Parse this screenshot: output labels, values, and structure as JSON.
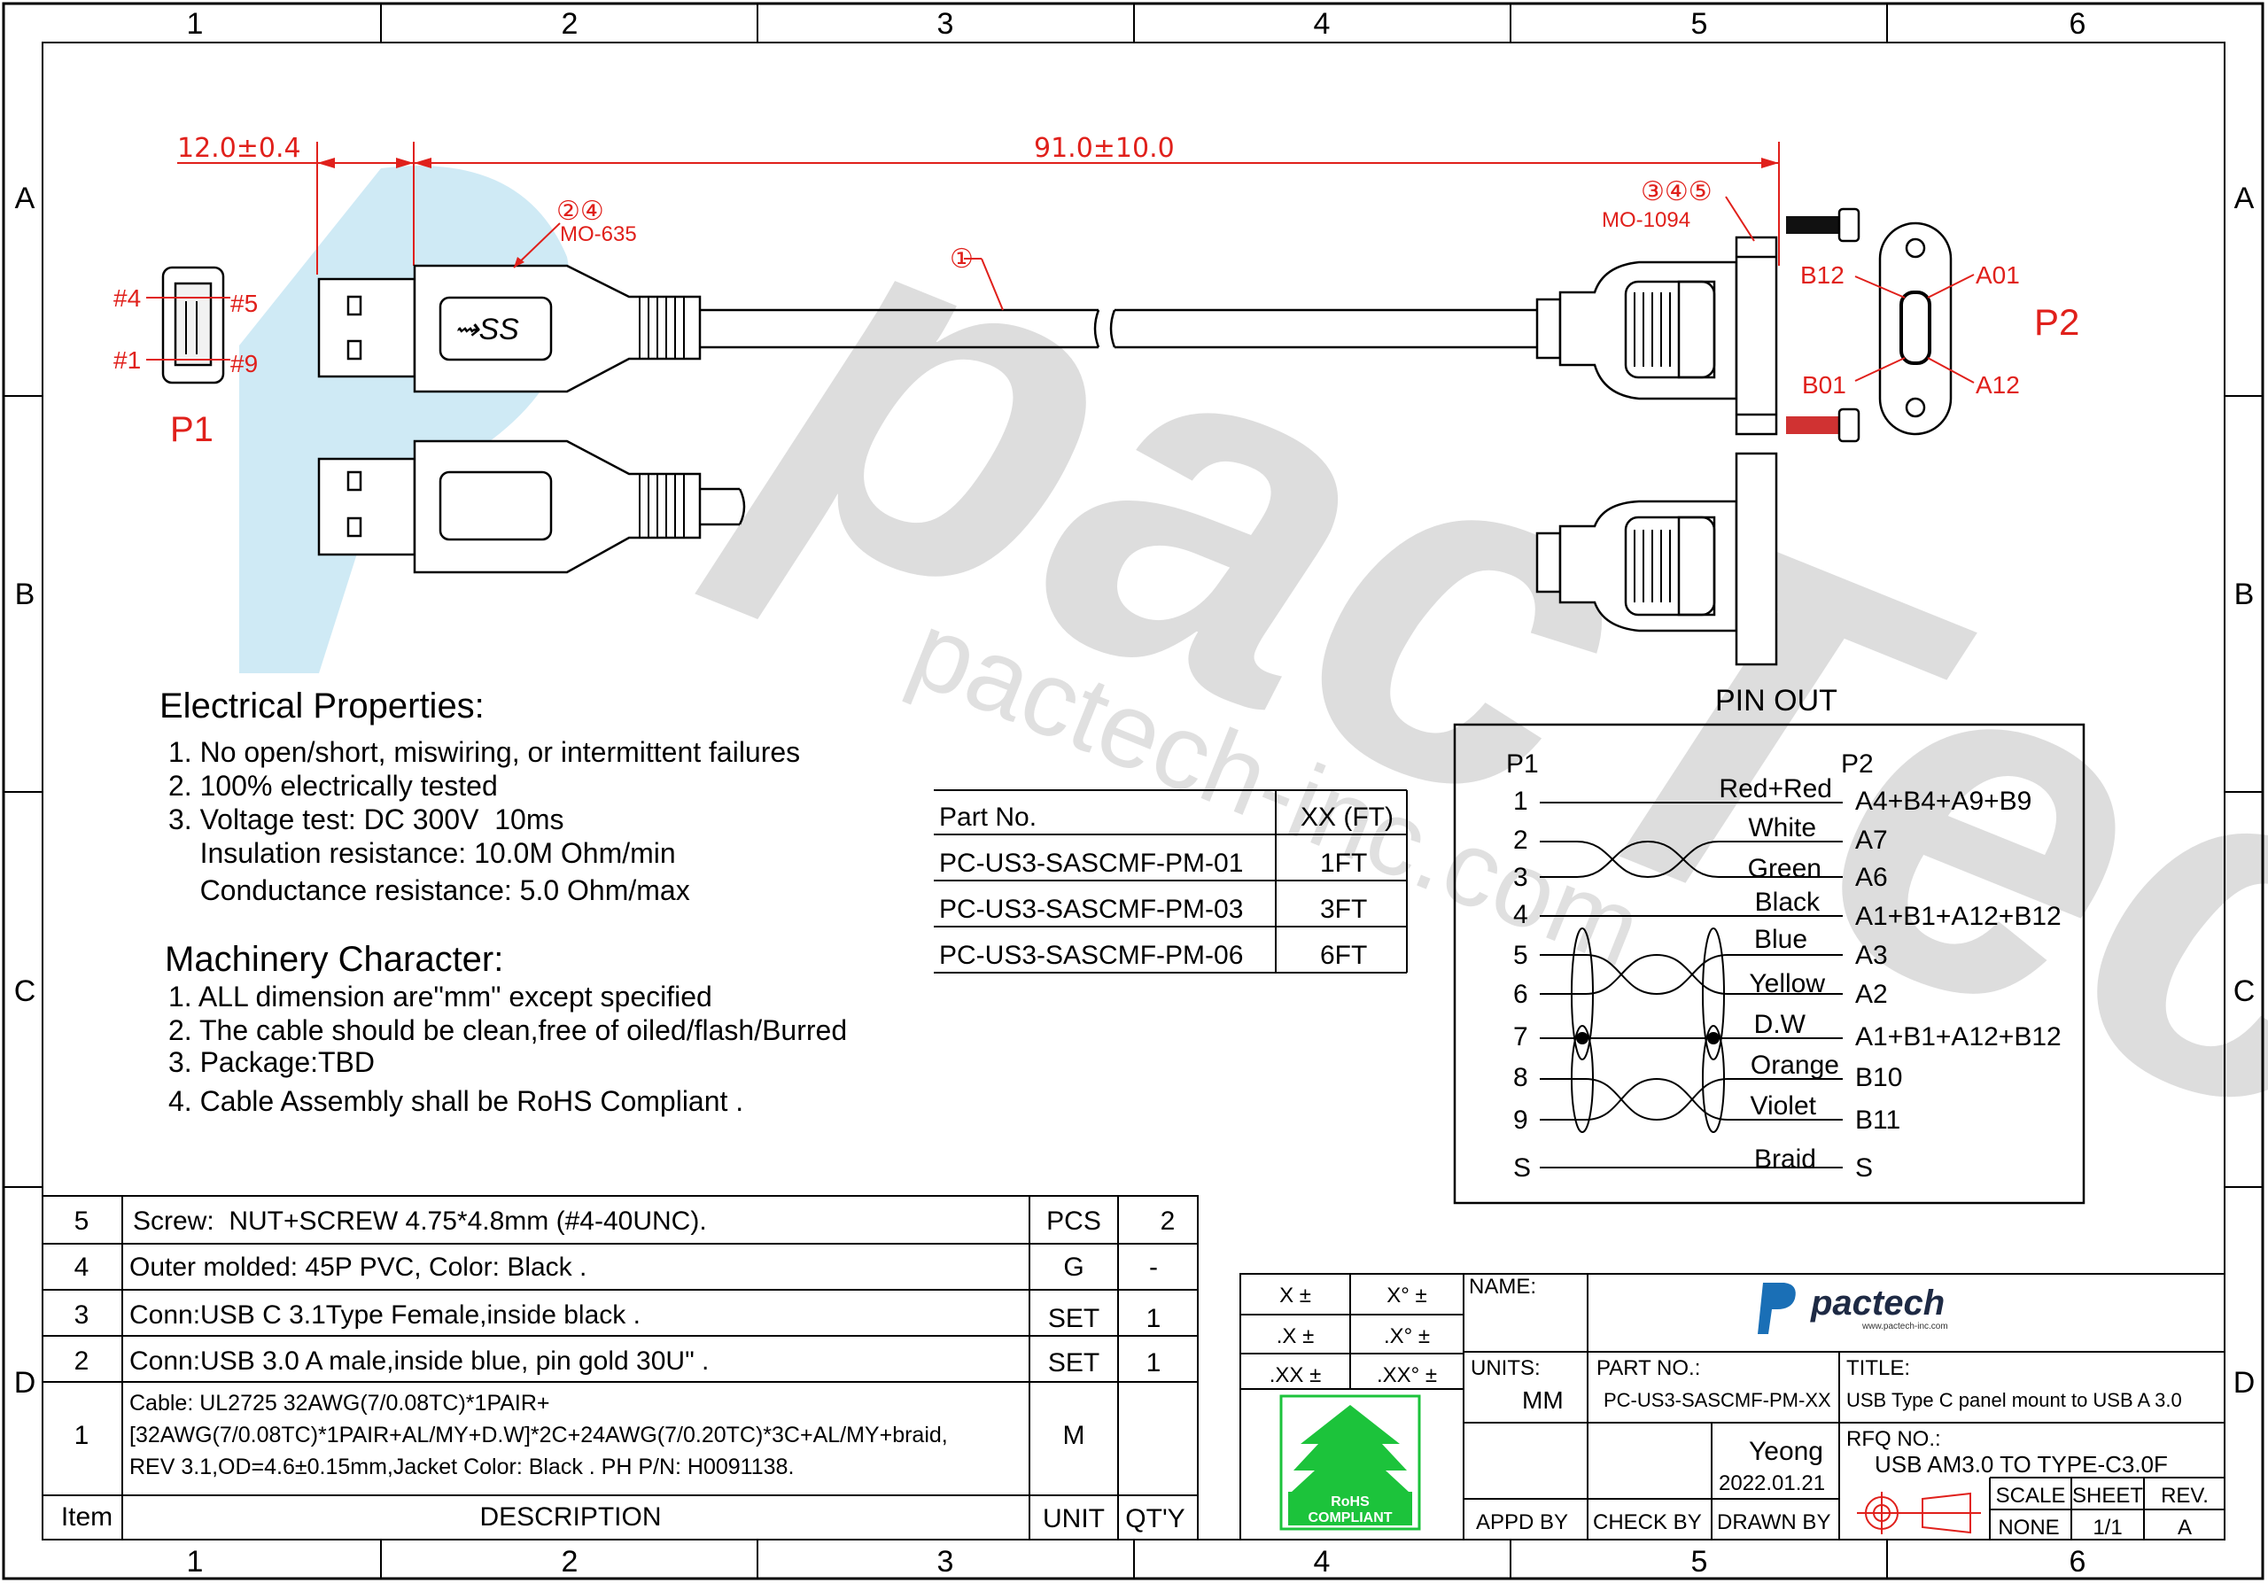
{
  "border": {
    "columns": [
      "1",
      "2",
      "3",
      "4",
      "5",
      "6"
    ],
    "rows": [
      "A",
      "B",
      "C",
      "D"
    ]
  },
  "watermark": {
    "brand": "pacTech",
    "url": "pactech-inc.com"
  },
  "dimensions": {
    "plug_length": "12.0±0.4",
    "cable_length": "91.0±10.0"
  },
  "callouts": {
    "usb_a_items": "②④",
    "usb_a_mold": "MO-635",
    "cable_item": "①",
    "typec_items": "③④⑤",
    "typec_mold": "MO-1094"
  },
  "p1": {
    "label": "P1",
    "pins": [
      "#4",
      "#5",
      "#1",
      "#9"
    ]
  },
  "p2": {
    "label": "P2",
    "pins": [
      "B12",
      "A01",
      "B01",
      "A12"
    ]
  },
  "electrical": {
    "title": "Electrical Properties:",
    "lines": [
      "1. No open/short, miswiring, or intermittent failures",
      "2. 100% electrically tested",
      "3. Voltage test: DC 300V  10ms",
      "    Insulation resistance: 10.0M Ohm/min",
      "    Conductance resistance: 5.0 Ohm/max"
    ]
  },
  "machinery": {
    "title": "Machinery Character:",
    "lines": [
      "1. ALL dimension are\"mm\" except specified",
      "2. The cable should be clean,free of oiled/flash/Burred",
      "3. Package:TBD",
      "4. Cable Assembly shall be RoHS Compliant ."
    ]
  },
  "part_table": {
    "headers": [
      "Part No.",
      "XX (FT)"
    ],
    "rows": [
      [
        "PC-US3-SASCMF-PM-01",
        "1FT"
      ],
      [
        "PC-US3-SASCMF-PM-03",
        "3FT"
      ],
      [
        "PC-US3-SASCMF-PM-06",
        "6FT"
      ]
    ]
  },
  "pinout": {
    "title": "PIN OUT",
    "p1_header": "P1",
    "p2_header": "P2",
    "rows": [
      {
        "p1": "1",
        "wire": "Red+Red",
        "p2": "A4+B4+A9+B9"
      },
      {
        "p1": "2",
        "wire": "White",
        "p2": "A7"
      },
      {
        "p1": "3",
        "wire": "Green",
        "p2": "A6"
      },
      {
        "p1": "4",
        "wire": "Black",
        "p2": "A1+B1+A12+B12"
      },
      {
        "p1": "5",
        "wire": "Blue",
        "p2": "A3"
      },
      {
        "p1": "6",
        "wire": "Yellow",
        "p2": "A2"
      },
      {
        "p1": "7",
        "wire": "D.W",
        "p2": "A1+B1+A12+B12"
      },
      {
        "p1": "8",
        "wire": "Orange",
        "p2": "B10"
      },
      {
        "p1": "9",
        "wire": "Violet",
        "p2": "B11"
      },
      {
        "p1": "S",
        "wire": "Braid",
        "p2": "S"
      }
    ]
  },
  "bom": {
    "headers": [
      "Item",
      "DESCRIPTION",
      "UNIT",
      "QT'Y"
    ],
    "rows": [
      {
        "item": "5",
        "desc": [
          "Screw:  NUT+SCREW 4.75*4.8mm (#4-40UNC)."
        ],
        "unit": "PCS",
        "qty": "2"
      },
      {
        "item": "4",
        "desc": [
          "Outer molded: 45P PVC, Color: Black ."
        ],
        "unit": "G",
        "qty": "-"
      },
      {
        "item": "3",
        "desc": [
          "Conn:USB C 3.1Type Female,inside black ."
        ],
        "unit": "SET",
        "qty": "1"
      },
      {
        "item": "2",
        "desc": [
          "Conn:USB 3.0 A male,inside blue, pin gold 30U\" ."
        ],
        "unit": "SET",
        "qty": "1"
      },
      {
        "item": "1",
        "desc": [
          "Cable: UL2725 32AWG(7/0.08TC)*1PAIR+",
          "[32AWG(7/0.08TC)*1PAIR+AL/MY+D.W]*2C+24AWG(7/0.20TC)*3C+AL/MY+braid,",
          "REV 3.1,OD=4.6±0.15mm,Jacket Color: Black . PH P/N: H0091138."
        ],
        "unit": "M",
        "qty": ""
      }
    ]
  },
  "title_block": {
    "tolerances": [
      [
        "X ±",
        "X° ±"
      ],
      [
        ".X ±",
        ".X° ±"
      ],
      [
        ".XX ±",
        ".XX° ±"
      ]
    ],
    "rohs": "RoHS",
    "rohs_sub": "COMPLIANT",
    "name_label": "NAME:",
    "logo_text": "pactech",
    "logo_url": "www.pactech-inc.com",
    "units_label": "UNITS:",
    "units_value": "MM",
    "part_no_label": "PART NO.:",
    "part_no_value": "PC-US3-SASCMF-PM-XX",
    "title_label": "TITLE:",
    "title_value": "USB Type C panel mount to USB A 3.0",
    "rfq_label": "RFQ NO.:",
    "rfq_value": "USB AM3.0 TO TYPE-C3.0F",
    "drawn_name": "Yeong",
    "drawn_date": "2022.01.21",
    "appd_by": "APPD BY",
    "check_by": "CHECK BY",
    "drawn_by": "DRAWN BY",
    "scale_label": "SCALE",
    "scale_value": "NONE",
    "sheet_label": "SHEET",
    "sheet_value": "1/1",
    "rev_label": "REV.",
    "rev_value": "A"
  },
  "colors": {
    "annotation": "#e0201b",
    "watermark_blue": "#bfe3f2",
    "watermark_grey": "#d4d4d4",
    "rohs_green": "#1cc33b",
    "logo_blue": "#1a6fb6"
  }
}
